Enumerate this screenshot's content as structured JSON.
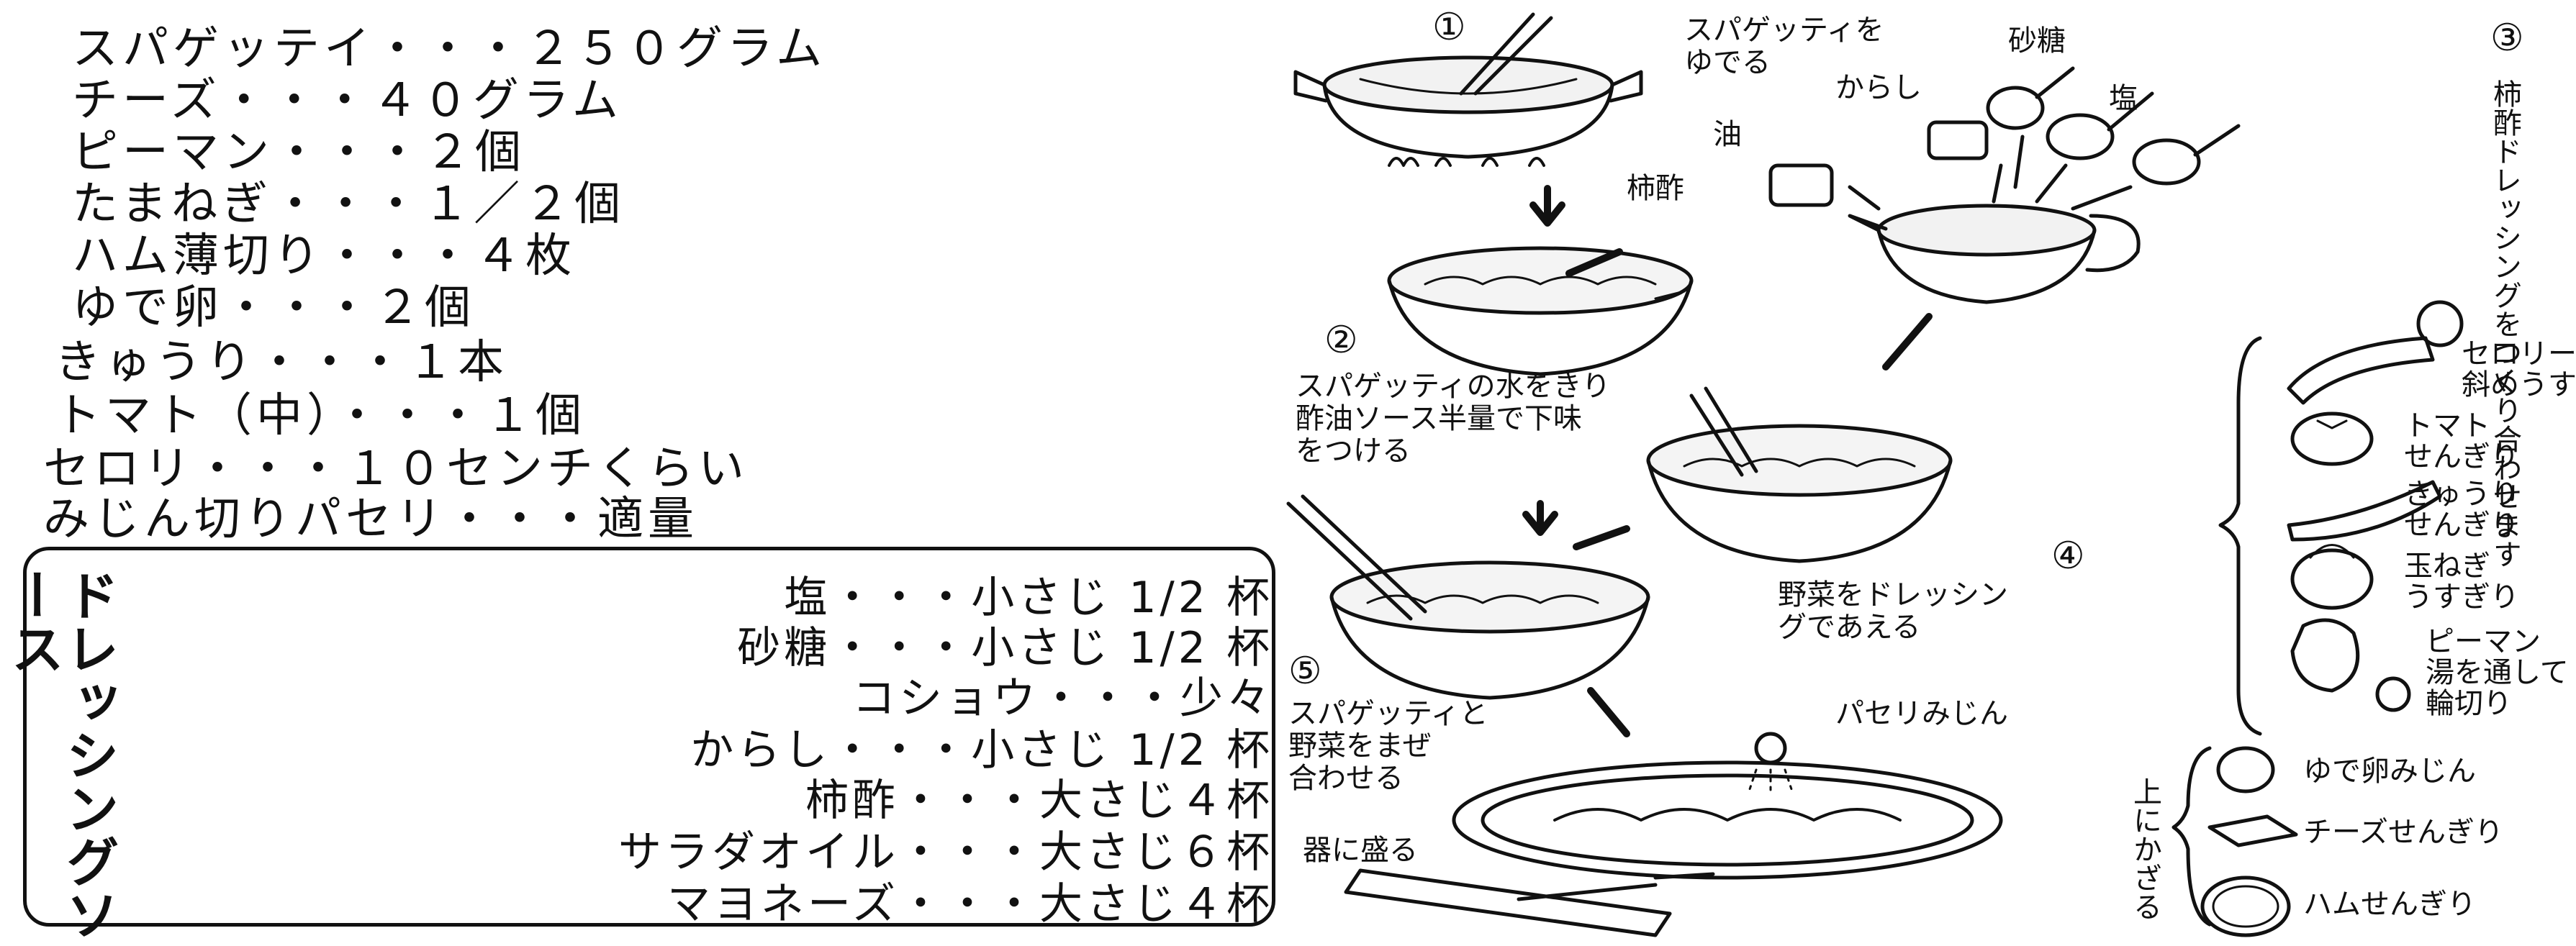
{
  "ingredients": [
    "スパゲッテイ・・・２５０グラム",
    "チーズ・・・４０グラム",
    "ピーマン・・・２個",
    "たまねぎ・・・１／２個",
    "ハム薄切り・・・４枚",
    "ゆで卵・・・２個",
    "きゅうり・・・１本",
    "トマト（中）・・・１個",
    "セロリ・・・１０センチくらい",
    "みじん切りパセリ・・・適量"
  ],
  "dressing": {
    "title": "ドレッシングソース",
    "items": [
      "塩・・・小さじ 1/2 杯",
      "砂糖・・・小さじ 1/2 杯",
      "コショウ・・・少々",
      "からし・・・小さじ 1/2 杯",
      "柿酢・・・大さじ４杯",
      "サラダオイル・・・大さじ６杯",
      "マヨネーズ・・・大さじ４杯"
    ]
  },
  "steps": {
    "s1_num": "①",
    "s1_text_1": "スパゲッティを",
    "s1_text_2": "ゆでる",
    "s2_num": "②",
    "s2_text_1": "スパゲッティの水をきり",
    "s2_text_2": "酢油ソース半量で下味",
    "s2_text_3": "をつける",
    "s3_num": "③",
    "s3_text": "柿酢ドレッシングをつくり合わせます",
    "s4_num": "④",
    "s4_text_1": "野菜をドレッシン",
    "s4_text_2": "グであえる",
    "s5_num": "⑤",
    "s5_text_1": "スパゲッティと",
    "s5_text_2": "野菜をまぜ",
    "s5_text_3": "合わせる"
  },
  "labels": {
    "oil": "油",
    "mustard": "からし",
    "sugar": "砂糖",
    "salt": "塩",
    "vinegar": "柿酢",
    "parsley": "パセリみじん",
    "serve": "器に盛る",
    "top": "上にかざる",
    "egg": "ゆで卵みじん",
    "cheese": "チーズせんぎり",
    "ham": "ハムせんぎり"
  },
  "veggies": {
    "celery_1": "セロリー",
    "celery_2": "斜めうすぎり",
    "tomato_1": "トマト",
    "tomato_2": "せんぎり",
    "cucumber_1": "きゅうり",
    "cucumber_2": "せんぎり",
    "onion_1": "玉ねぎ",
    "onion_2": "うすぎり",
    "pepper_1": "ピーマン",
    "pepper_2": "湯を通して",
    "pepper_3": "輪切り"
  }
}
